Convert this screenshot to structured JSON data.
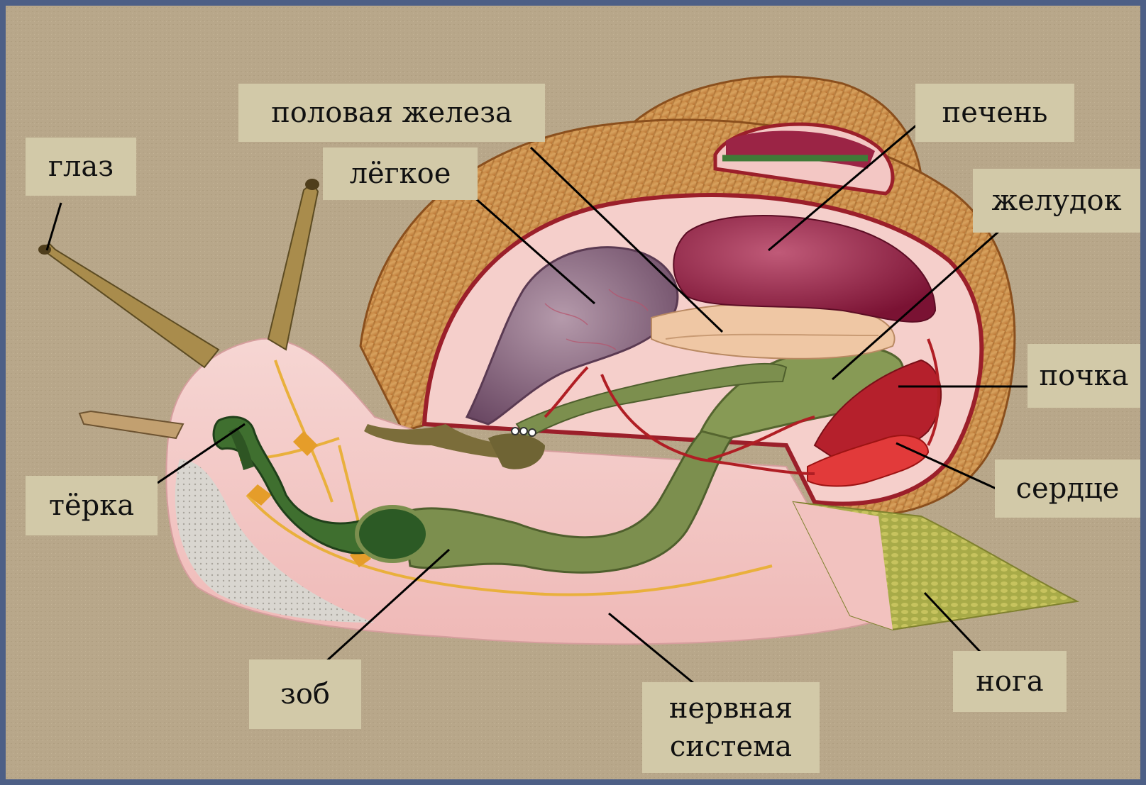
{
  "labels": {
    "eye": "глаз",
    "gonad": "половая железа",
    "lung": "лёгкое",
    "liver": "печень",
    "stomach": "желудок",
    "kidney": "почка",
    "heart": "сердце",
    "radula": "тёрка",
    "crop": "зоб",
    "nervous_line1": "нервная",
    "nervous_line2": "система",
    "foot": "нога"
  },
  "colors": {
    "slide_border": "#4d5f86",
    "background": "#b8a78a",
    "label_bg": "#d2c9a8",
    "body": "#f3c9c6",
    "shell": "#c98a45",
    "liver": "#8e1e3e",
    "lung": "#8d6d86",
    "digestive": "#7c8f4e",
    "heart": "#e23a3a",
    "nerves": "#e9b03c"
  }
}
